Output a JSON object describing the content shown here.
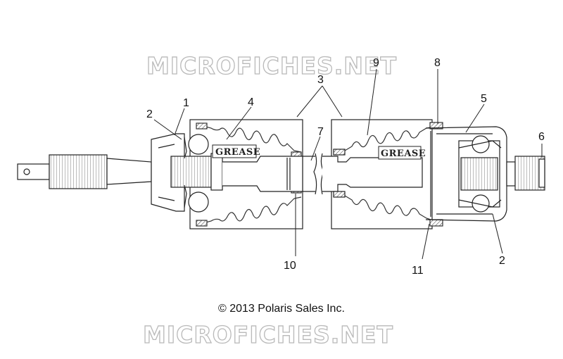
{
  "watermarks": [
    "MICROFICHES.NET",
    "MICROFICHES.NET"
  ],
  "grease_labels": [
    "GREASE",
    "GREASE"
  ],
  "callouts": [
    "1",
    "2",
    "3",
    "4",
    "5",
    "6",
    "7",
    "8",
    "9",
    "10",
    "11",
    "2"
  ],
  "copyright": "© 2013 Polaris Sales Inc."
}
